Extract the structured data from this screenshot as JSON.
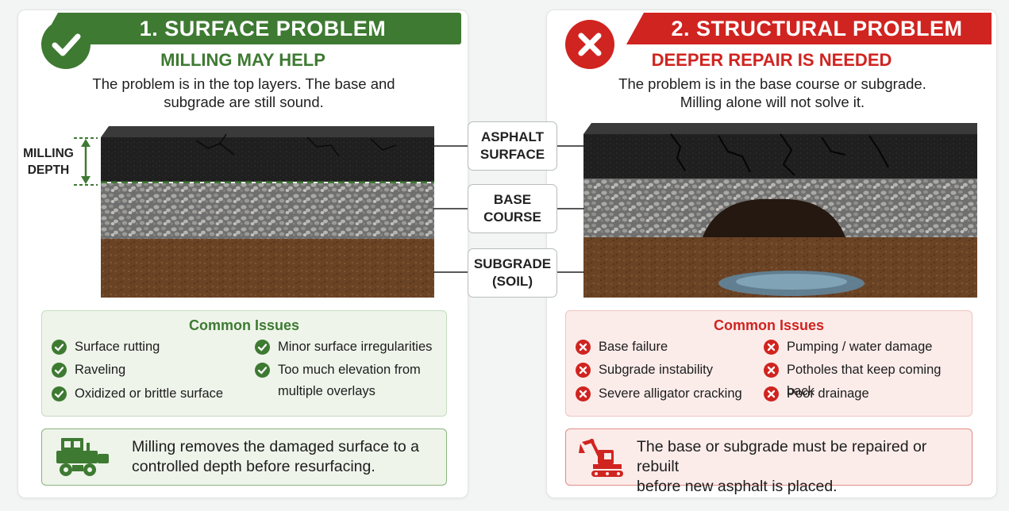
{
  "left": {
    "banner": "1. SURFACE PROBLEM",
    "subtitle": "MILLING MAY HELP",
    "desc_line1": "The problem is in the top layers. The base and",
    "desc_line2": "subgrade are still sound.",
    "milling_label": "MILLING\nDEPTH",
    "issues_title": "Common Issues",
    "issues_col1": [
      "Surface rutting",
      "Raveling",
      "Oxidized or brittle surface"
    ],
    "issues_col2_a": "Minor surface irregularities",
    "issues_col2_b_line1": "Too much elevation from",
    "issues_col2_b_line2": "multiple overlays",
    "callout_line1": "Milling removes the damaged surface to a",
    "callout_line2": "controlled depth before resurfacing."
  },
  "right": {
    "banner": "2. STRUCTURAL PROBLEM",
    "subtitle": "DEEPER REPAIR IS NEEDED",
    "desc_line1": "The problem is in the base course or subgrade.",
    "desc_line2": "Milling alone will not solve it.",
    "issues_title": "Common Issues",
    "issues_col1": [
      "Base failure",
      "Subgrade instability",
      "Severe alligator cracking"
    ],
    "issues_col2": [
      "Pumping / water damage",
      "Potholes that keep coming back",
      "Poor drainage"
    ],
    "callout_line1": "The base or subgrade must be repaired or rebuilt",
    "callout_line2": "before new asphalt is placed."
  },
  "layers": {
    "asphalt": "ASPHALT\nSURFACE",
    "base": "BASE\nCOURSE",
    "subgrade": "SUBGRADE\n(SOIL)"
  },
  "icons": {
    "left_badge": "check-icon",
    "right_badge": "x-icon",
    "left_callout": "milling-machine-icon",
    "right_callout": "excavator-icon"
  },
  "colors": {
    "green": "#3e7a32",
    "red": "#d02420",
    "asphalt": "#222222",
    "gravel": "#7d7d7d",
    "soil": "#6b4427"
  }
}
